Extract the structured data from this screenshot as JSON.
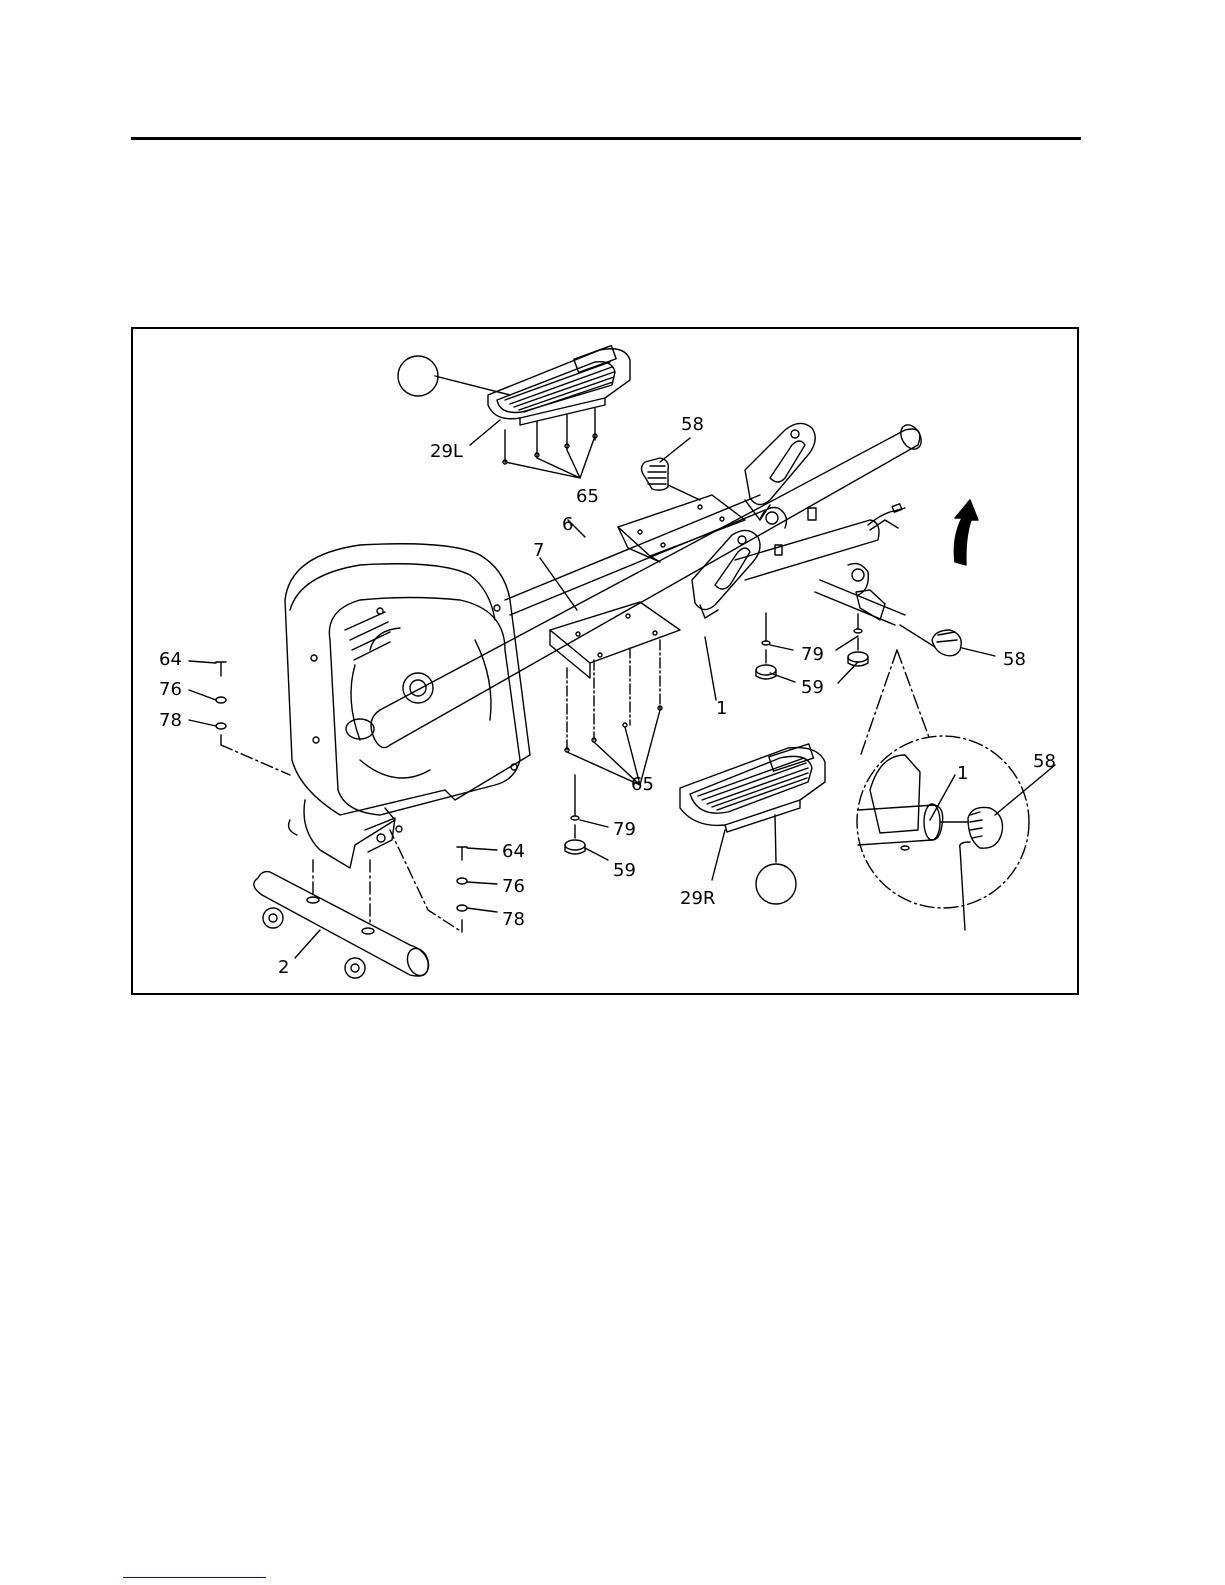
{
  "diagram": {
    "part_labels": {
      "p29L": "29L",
      "p65_top": "65",
      "p58_top": "58",
      "p6": "6",
      "p7": "7",
      "p64_left": "64",
      "p76_left": "76",
      "p78_left": "78",
      "p1_main": "1",
      "p79_right": "79",
      "p59_right": "59",
      "p58_right": "58",
      "p65_bottom": "65",
      "p79_mid": "79",
      "p59_mid": "59",
      "p64_mid": "64",
      "p76_mid": "76",
      "p78_mid": "78",
      "p29R": "29R",
      "p2": "2",
      "p1_detail": "1",
      "p58_detail": "58"
    }
  }
}
